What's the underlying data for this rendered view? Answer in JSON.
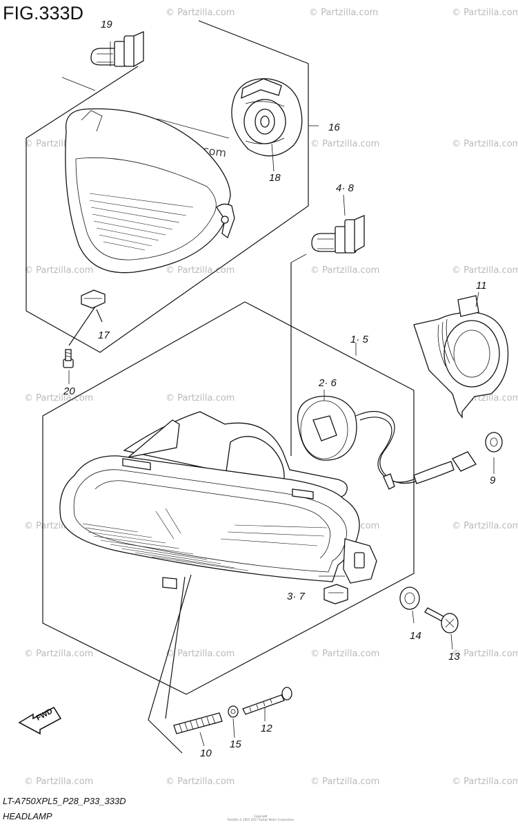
{
  "figure_title": "FIG.333D",
  "model_code": "LT-A750XPL5_P28_P33_333D",
  "section_name": "HEADLAMP",
  "fwd_label": "FWD",
  "watermark_text": "© Partzilla.com",
  "footer_small_text": "Copyright",
  "footer_fine_print": "Partzilla © 2001-2017 Suzuki Motor Corporation",
  "callouts": {
    "p19": "19",
    "p16": "16",
    "p18": "18",
    "p48": "4· 8",
    "p17": "17",
    "p20": "20",
    "p11": "11",
    "p15x": "1· 5",
    "p26": "2· 6",
    "p9": "9",
    "p37": "3· 7",
    "p14": "14",
    "p13": "13",
    "p10": "10",
    "p15": "15",
    "p12": "12"
  },
  "colors": {
    "ink": "#111111",
    "watermark": "#b9b9b9"
  },
  "icons": {
    "fwd_arrow": "fwd-arrow-icon"
  }
}
